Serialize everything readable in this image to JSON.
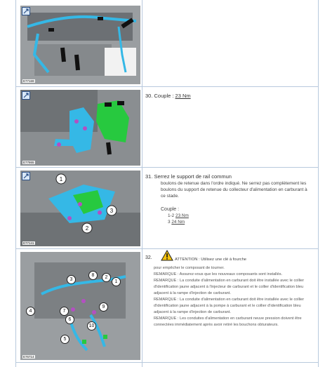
{
  "images": [
    {
      "code": "E77169"
    },
    {
      "code": "E77865"
    },
    {
      "code": "E77141",
      "callouts": [
        "1",
        "2",
        "3"
      ]
    },
    {
      "code": "E76714",
      "callouts": [
        "1",
        "2",
        "3",
        "4",
        "5",
        "6",
        "7",
        "8",
        "9",
        "10"
      ]
    }
  ],
  "step30": {
    "text": "30. Couple : ",
    "torque": "23 Nm"
  },
  "step31": {
    "title": "31. Serrez le support de rail commun",
    "desc": "boulons de retenue dans l'ordre indiqué. Ne serrez pas complètement les boulons du support de retenue du collecteur d'alimentation en carburant à ce stade.",
    "couple_label": "Couple :",
    "rows": [
      {
        "prefix": "1-2 ",
        "value": "23 Nm"
      },
      {
        "prefix": "3 ",
        "value": "24 Nm"
      }
    ]
  },
  "step32": {
    "number": "32.",
    "attention": "ATTENTION : Utilisez une clé à fourche",
    "attention_cont": "pour empêcher le composant de tourner.",
    "notes": [
      "REMARQUE : Assurez-vous que les nouveaux composants sont installés.",
      "REMARQUE : La conduite d'alimentation en carburant doit être installée avec le collier d'identification jaune adjacent à l'injecteur de carburant et le collier d'identification bleu adjacent à la rampe d'injection de carburant.",
      "REMARQUE : La conduite d'alimentation en carburant doit être installée avec le collier d'identification jaune adjacent à la pompe à carburant et le collier d'identification bleu adjacent à la rampe d'injection de carburant.",
      "REMARQUE : Les conduites d'alimentation en carburant neuve pression doivent être connectées immédiatement après avoir retiré les bouchons obturateurs."
    ]
  },
  "colors": {
    "line": "#b8c9dd",
    "pipe": "#35b8e6",
    "green": "#27c93f",
    "bolt": "#b44fc2",
    "warning": "#f4c20d"
  }
}
